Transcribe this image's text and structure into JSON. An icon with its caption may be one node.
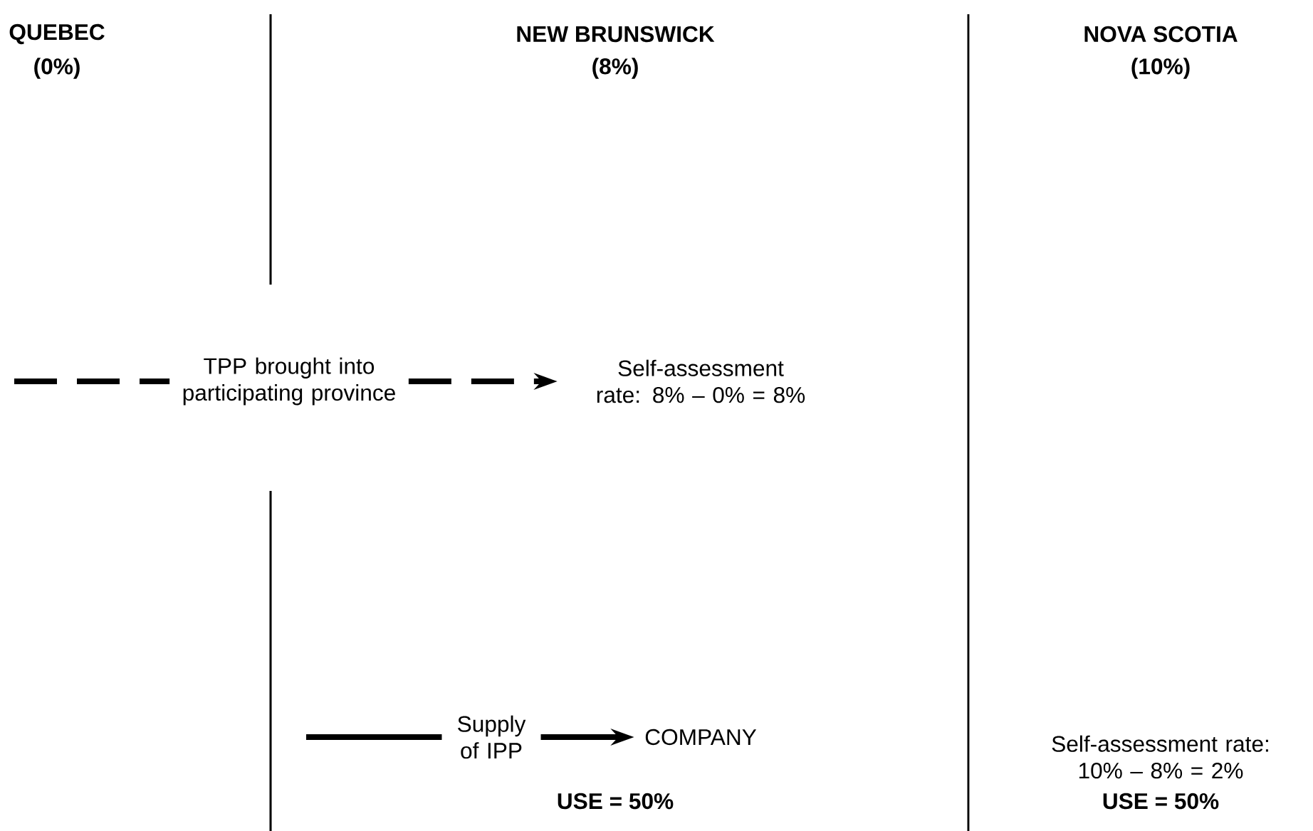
{
  "diagram": {
    "nodes": [
      {
        "text": [
          "TPP brought into participating province"
        ]
      },
      {
        "text": [
          "Self-assessment rate: 8% – 0% = 8%"
        ]
      },
      {
        "text": [
          "Supply of IPP"
        ]
      },
      {
        "text": [
          "COMPANY"
        ]
      }
    ],
    "edges": [
      {
        "from": null,
        "to": 0,
        "arrow": "none",
        "style": "dashed"
      },
      {
        "from": 0,
        "to": 1,
        "arrow": "to",
        "style": "dashed"
      },
      {
        "from": null,
        "to": 2,
        "arrow": "none"
      },
      {
        "from": 2,
        "to": 3,
        "arrow": "to"
      }
    ],
    "labels": [
      "QUEBEC",
      "(0%)",
      "NEW BRUNSWICK",
      "(8%)",
      "NOVA SCOTIA",
      "(10%)",
      "Self-assessment rate: 10% – 8% = 2%",
      "USE = 50%",
      "USE = 50%"
    ]
  }
}
